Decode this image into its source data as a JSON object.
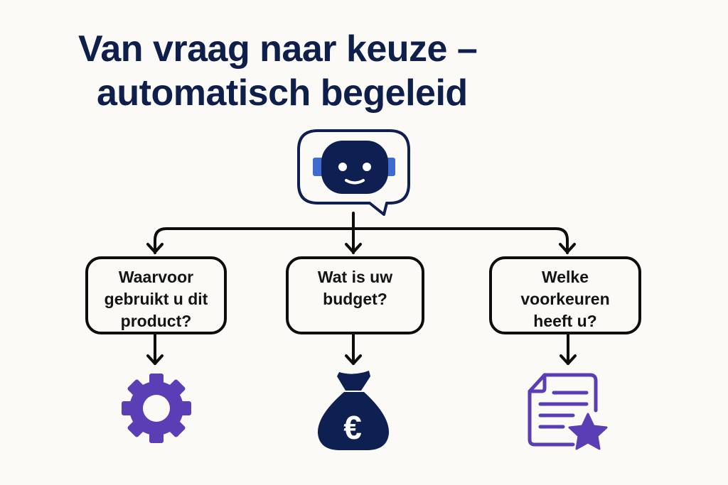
{
  "title": {
    "line1": "Van vraag naar keuze –",
    "line2": "automatisch begeleid"
  },
  "colors": {
    "background": "#fbfaf6",
    "title": "#0f1f4b",
    "navy": "#0e1f52",
    "robot_ears": "#3f6bd1",
    "purple": "#5b3db5",
    "line": "#0d0d0d"
  },
  "hub": {
    "icon": "chatbot-robot-speech-bubble-icon"
  },
  "questions": [
    {
      "lines": [
        "Waarvoor",
        "gebruikt u dit",
        "product?"
      ],
      "icon": "gear-icon"
    },
    {
      "lines": [
        "Wat is uw",
        "budget?"
      ],
      "icon": "euro-money-bag-icon"
    },
    {
      "lines": [
        "Welke",
        "voorkeuren",
        "heeft u?"
      ],
      "icon": "document-star-icon"
    }
  ]
}
